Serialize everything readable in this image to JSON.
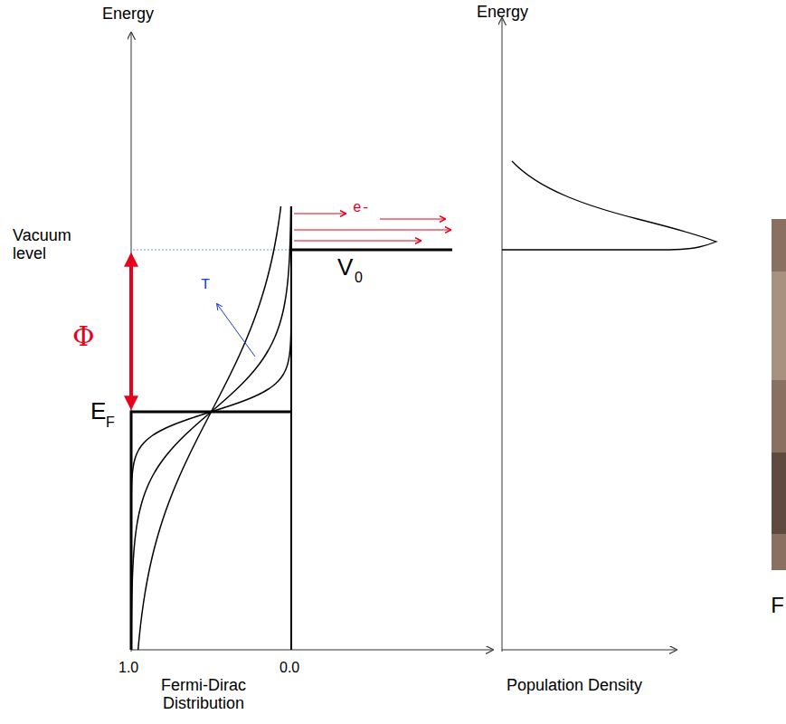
{
  "diagram": {
    "labels": [
      "Energy",
      "Energy",
      "Vacuum level",
      "Φ",
      "E",
      "F",
      "T",
      "e-",
      "V",
      "0",
      "1.0",
      "0.0",
      "Fermi-Dirac Distribution",
      "Population Density",
      "F"
    ]
  }
}
